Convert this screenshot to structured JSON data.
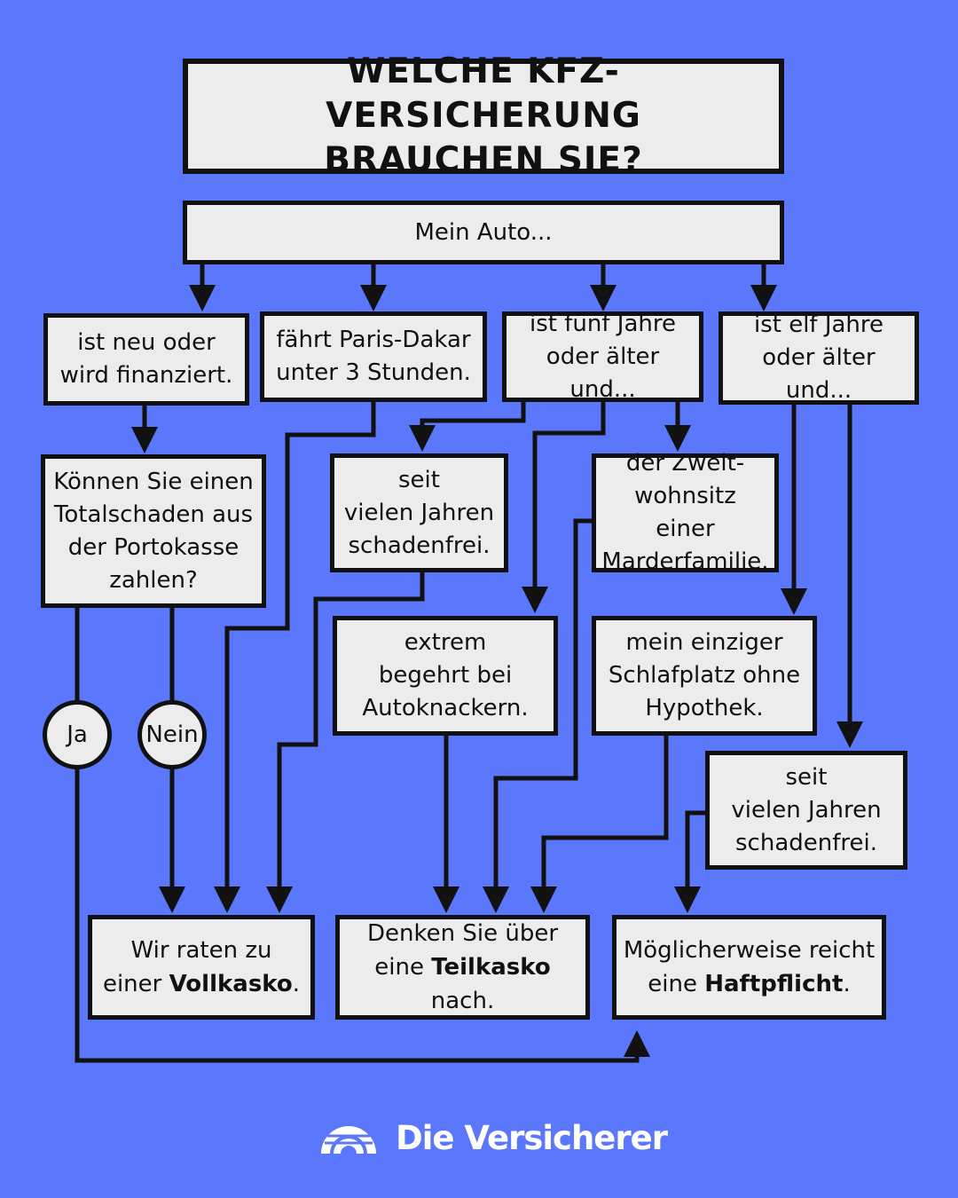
{
  "title": "WELCHE KFZ-VERSICHERUNG\nBRAUCHEN SIE?",
  "root": "Mein Auto...",
  "branches": {
    "neu": "ist neu oder\nwird finanziert.",
    "paris": "fährt Paris-Dakar\nunter 3 Stunden.",
    "fuenf": "ist fünf Jahre\noder älter und...",
    "elf": "ist elf Jahre\noder älter und..."
  },
  "questions": {
    "portokasse": "Können Sie einen\nTotalschaden aus\nder Portokasse\nzahlen?",
    "schadenfrei_1": "seit\nvielen Jahren\nschadenfrei.",
    "marder": "der Zweit-\nwohnsitz einer\nMarderfamilie.",
    "autoknacker": "extrem\nbegehrt bei\nAutoknackern.",
    "schlafplatz": "mein einziger\nSchlafplatz ohne\nHypothek.",
    "schadenfrei_2": "seit\nvielen Jahren\nschadenfrei."
  },
  "answers": {
    "yes": "Ja",
    "no": "Nein"
  },
  "results": {
    "vollkasko": {
      "line1": "Wir raten zu",
      "pre": "einer ",
      "bold": "Vollkasko",
      "post": "."
    },
    "teilkasko": {
      "line1": "Denken Sie über",
      "pre": "eine ",
      "bold": "Teilkasko",
      "post": " nach."
    },
    "haftpflicht": {
      "line1": "Möglicherweise reicht",
      "pre": "eine ",
      "bold": "Haftpflicht",
      "post": "."
    }
  },
  "brand": {
    "name": "Die Versicherer",
    "logo_icon": "rainbow-arcs-icon"
  },
  "colors": {
    "background": "#5b77fb",
    "box_fill": "#ececec",
    "stroke": "#111111"
  }
}
